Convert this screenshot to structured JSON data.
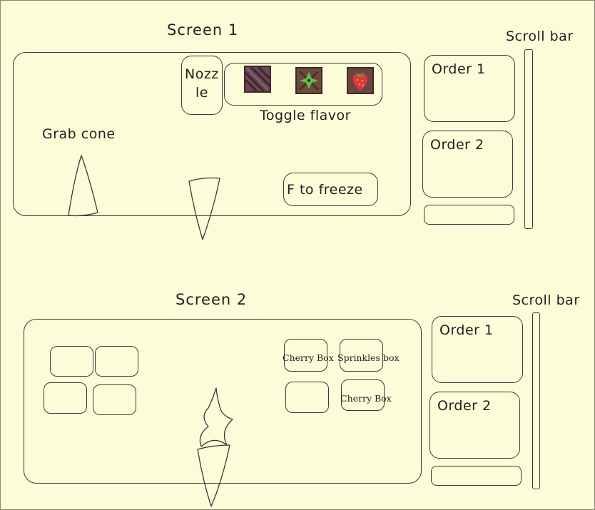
{
  "screen1": {
    "title": "Screen 1",
    "nozzle_label_line1": "Nozz",
    "nozzle_label_line2": "le",
    "flavors": [
      {
        "icon": "chocolate-flavor-icon"
      },
      {
        "icon": "mint-flavor-icon"
      },
      {
        "icon": "strawberry-flavor-icon"
      }
    ],
    "toggle_label": "Toggle flavor",
    "grab_cone_label": "Grab cone",
    "freeze_button_label": "F to freeze",
    "orders": [
      "Order 1",
      "Order 2"
    ],
    "scroll_label": "Scroll bar"
  },
  "screen2": {
    "title": "Screen 2",
    "topping_boxes": [
      "Cherry Box",
      "Sprinkles box",
      "Cherry Box"
    ],
    "orders": [
      "Order 1",
      "Order 2"
    ],
    "scroll_label": "Scroll bar"
  },
  "colors": {
    "background": "#fcfcd9",
    "stroke": "#3a3a3a"
  }
}
